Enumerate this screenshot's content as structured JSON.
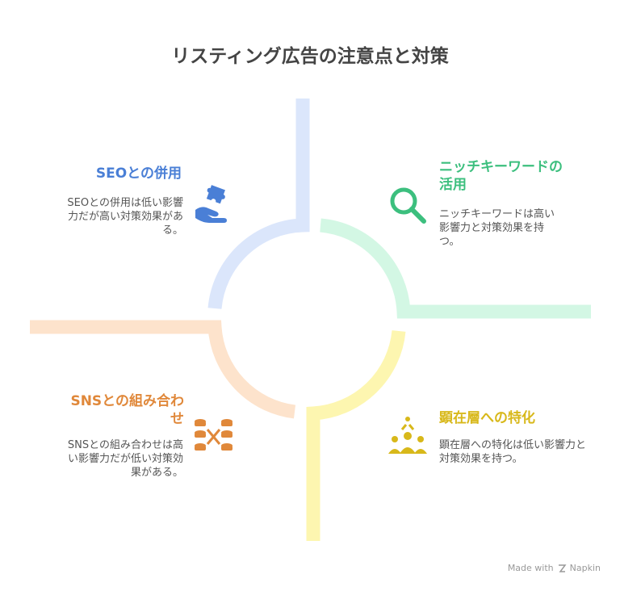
{
  "title": "リスティング広告の注意点と対策",
  "quadrants": {
    "top_left": {
      "heading": "SEOとの併用",
      "description": "SEOとの併用は低い影響力だが高い対策効果がある。",
      "color": "#4a7fd6",
      "icon": "puzzle-hand-icon"
    },
    "top_right": {
      "heading": "ニッチキーワードの活用",
      "description": "ニッチキーワードは高い影響力と対策効果を持つ。",
      "color": "#3cbf7e",
      "icon": "magnifier-icon"
    },
    "bottom_left": {
      "heading": "SNSとの組み合わせ",
      "description": "SNSとの組み合わせは高い影響力だが低い対策効果がある。",
      "color": "#e0883a",
      "icon": "coin-stacks-icon"
    },
    "bottom_right": {
      "heading": "顕在層への特化",
      "description": "顕在層への特化は低い影響力と対策効果を持つ。",
      "color": "#d8b81a",
      "icon": "people-network-icon"
    }
  },
  "footer": {
    "label": "Made with",
    "brand": "Napkin"
  }
}
